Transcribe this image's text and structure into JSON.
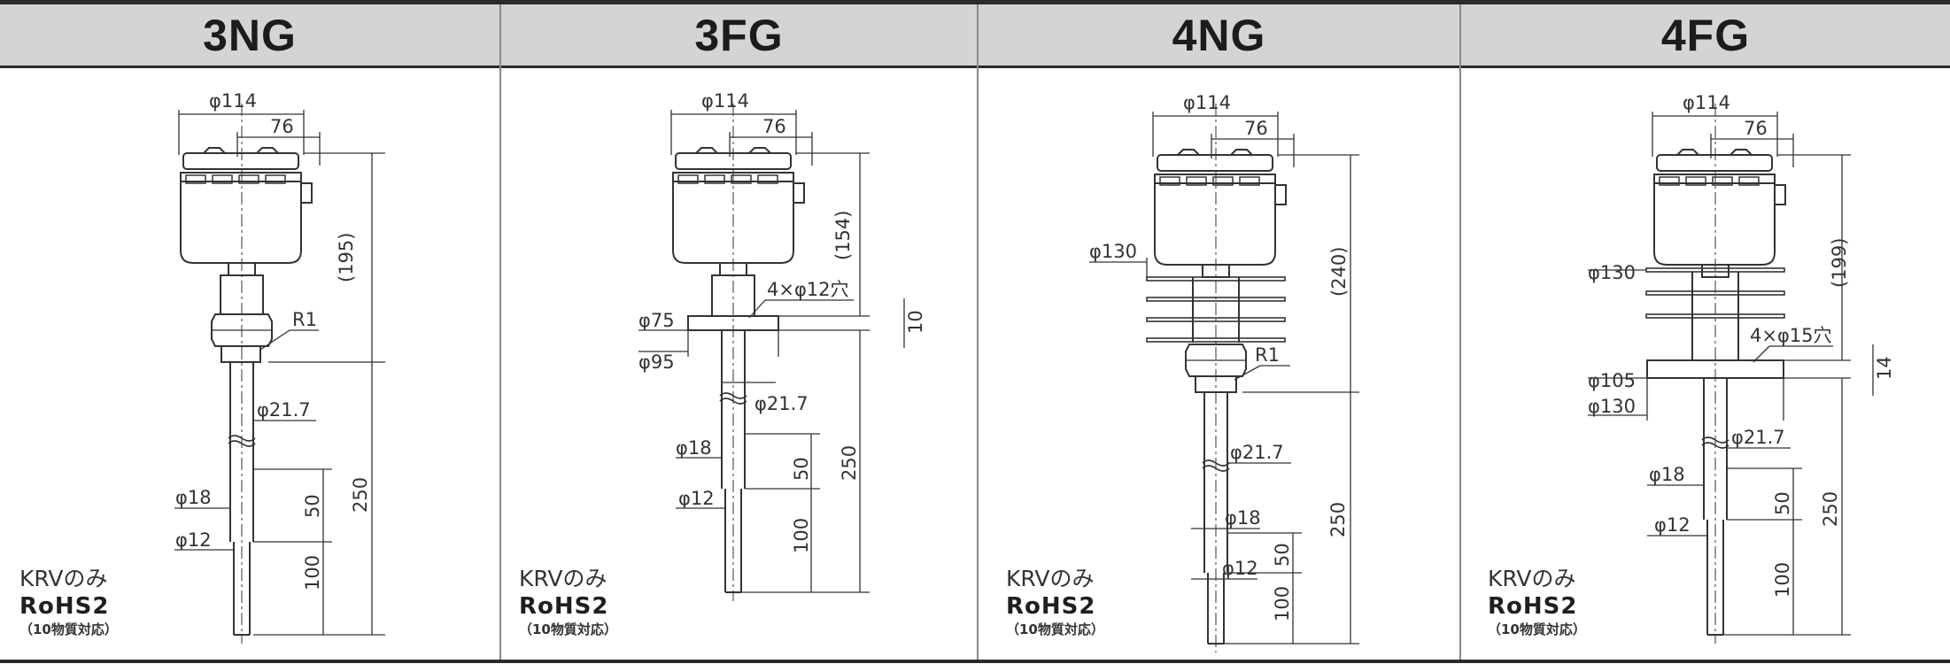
{
  "panels": [
    {
      "title": "3NG",
      "labels": {
        "d114": "φ114",
        "d76": "76",
        "h195": "(195)",
        "r1": "R1",
        "d217": "φ21.7",
        "d18": "φ18",
        "d12": "φ12",
        "l50": "50",
        "l250": "250",
        "l100": "100"
      },
      "note": {
        "line1": "KRVのみ",
        "line2": "RoHS2",
        "line3": "（10物質対応）"
      }
    },
    {
      "title": "3FG",
      "labels": {
        "d114": "φ114",
        "d76": "76",
        "h154": "(154)",
        "holes": "4×φ12穴",
        "t10": "10",
        "d75": "φ75",
        "d95": "φ95",
        "d217": "φ21.7",
        "d18": "φ18",
        "d12": "φ12",
        "l50": "50",
        "l250": "250",
        "l100": "100"
      },
      "note": {
        "line1": "KRVのみ",
        "line2": "RoHS2",
        "line3": "（10物質対応）"
      }
    },
    {
      "title": "4NG",
      "labels": {
        "d114": "φ114",
        "d76": "76",
        "d130": "φ130",
        "h240": "(240)",
        "r1": "R1",
        "d217": "φ21.7",
        "d18": "φ18",
        "d12": "φ12",
        "l50": "50",
        "l250": "250",
        "l100": "100"
      },
      "note": {
        "line1": "KRVのみ",
        "line2": "RoHS2",
        "line3": "（10物質対応）"
      }
    },
    {
      "title": "4FG",
      "labels": {
        "d114": "φ114",
        "d76": "76",
        "d130a": "φ130",
        "h199": "(199)",
        "holes": "4×φ15穴",
        "t14": "14",
        "d105": "φ105",
        "d130b": "φ130",
        "d217": "φ21.7",
        "d18": "φ18",
        "d12": "φ12",
        "l50": "50",
        "l250": "250",
        "l100": "100"
      },
      "note": {
        "line1": "KRVのみ",
        "line2": "RoHS2",
        "line3": "（10物質対応）"
      }
    }
  ]
}
